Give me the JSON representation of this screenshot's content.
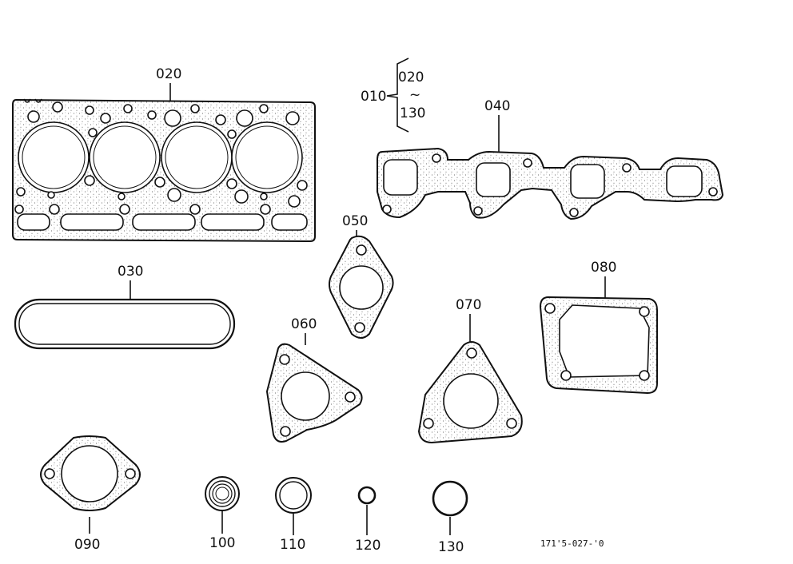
{
  "diagram": {
    "ref_code": "171'5-027-'0",
    "kit": {
      "label": "010",
      "from": "020",
      "tilde": "~",
      "to": "130"
    },
    "parts": [
      {
        "id": "020",
        "label": "020"
      },
      {
        "id": "030",
        "label": "030"
      },
      {
        "id": "040",
        "label": "040"
      },
      {
        "id": "050",
        "label": "050"
      },
      {
        "id": "060",
        "label": "060"
      },
      {
        "id": "070",
        "label": "070"
      },
      {
        "id": "080",
        "label": "080"
      },
      {
        "id": "090",
        "label": "090"
      },
      {
        "id": "100",
        "label": "100"
      },
      {
        "id": "110",
        "label": "110"
      },
      {
        "id": "120",
        "label": "120"
      },
      {
        "id": "130",
        "label": "130"
      }
    ]
  }
}
